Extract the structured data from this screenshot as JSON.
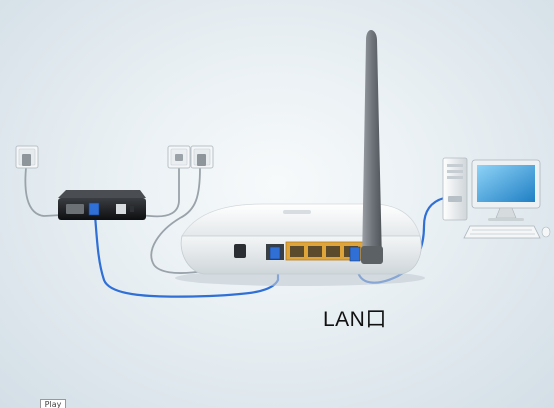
{
  "diagram": {
    "lan_port_label": "LAN口",
    "play_button_label": "Play",
    "nodes": [
      {
        "name": "wall-power-outlet-left",
        "icon": "wall-outlet-icon"
      },
      {
        "name": "adsl-modem",
        "icon": "modem-icon"
      },
      {
        "name": "wall-phone-socket",
        "icon": "phone-socket-icon"
      },
      {
        "name": "wall-power-outlet-right",
        "icon": "wall-outlet-icon"
      },
      {
        "name": "wireless-router",
        "icon": "router-icon"
      },
      {
        "name": "desktop-computer",
        "icon": "computer-icon"
      }
    ],
    "colors": {
      "ethernet_cable": "#2f6fd6",
      "power_cable": "#9aa3a9",
      "router_body": "#f2f4f5",
      "router_ports": "#e0a53a",
      "antenna": "#7e8389",
      "modem_body": "#16181b",
      "monitor_screen": "#3fa8e6"
    }
  }
}
